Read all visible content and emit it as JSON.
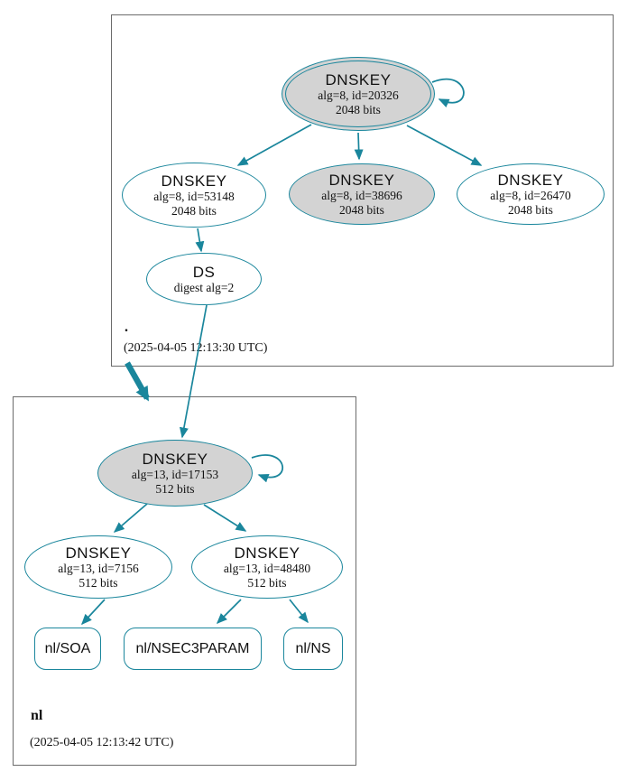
{
  "diagram": {
    "accent_color": "#1a869c",
    "key_fill_gray": "#d3d3d3",
    "clusters": {
      "root": {
        "label": ".",
        "timestamp": "(2025-04-05 12:13:30 UTC)",
        "nodes": {
          "ksk": {
            "title": "DNSKEY",
            "line1": "alg=8, id=20326",
            "line2": "2048 bits"
          },
          "zsk1": {
            "title": "DNSKEY",
            "line1": "alg=8, id=53148",
            "line2": "2048 bits"
          },
          "zsk2": {
            "title": "DNSKEY",
            "line1": "alg=8, id=38696",
            "line2": "2048 bits"
          },
          "zsk3": {
            "title": "DNSKEY",
            "line1": "alg=8, id=26470",
            "line2": "2048 bits"
          },
          "ds": {
            "title": "DS",
            "line1": "digest alg=2"
          }
        }
      },
      "nl": {
        "label": "nl",
        "timestamp": "(2025-04-05 12:13:42 UTC)",
        "nodes": {
          "ksk": {
            "title": "DNSKEY",
            "line1": "alg=13, id=17153",
            "line2": "512 bits"
          },
          "zsk1": {
            "title": "DNSKEY",
            "line1": "alg=13, id=7156",
            "line2": "512 bits"
          },
          "zsk2": {
            "title": "DNSKEY",
            "line1": "alg=13, id=48480",
            "line2": "512 bits"
          },
          "rr_soa": {
            "label": "nl/SOA"
          },
          "rr_nsec3param": {
            "label": "nl/NSEC3PARAM"
          },
          "rr_ns": {
            "label": "nl/NS"
          }
        }
      }
    }
  }
}
